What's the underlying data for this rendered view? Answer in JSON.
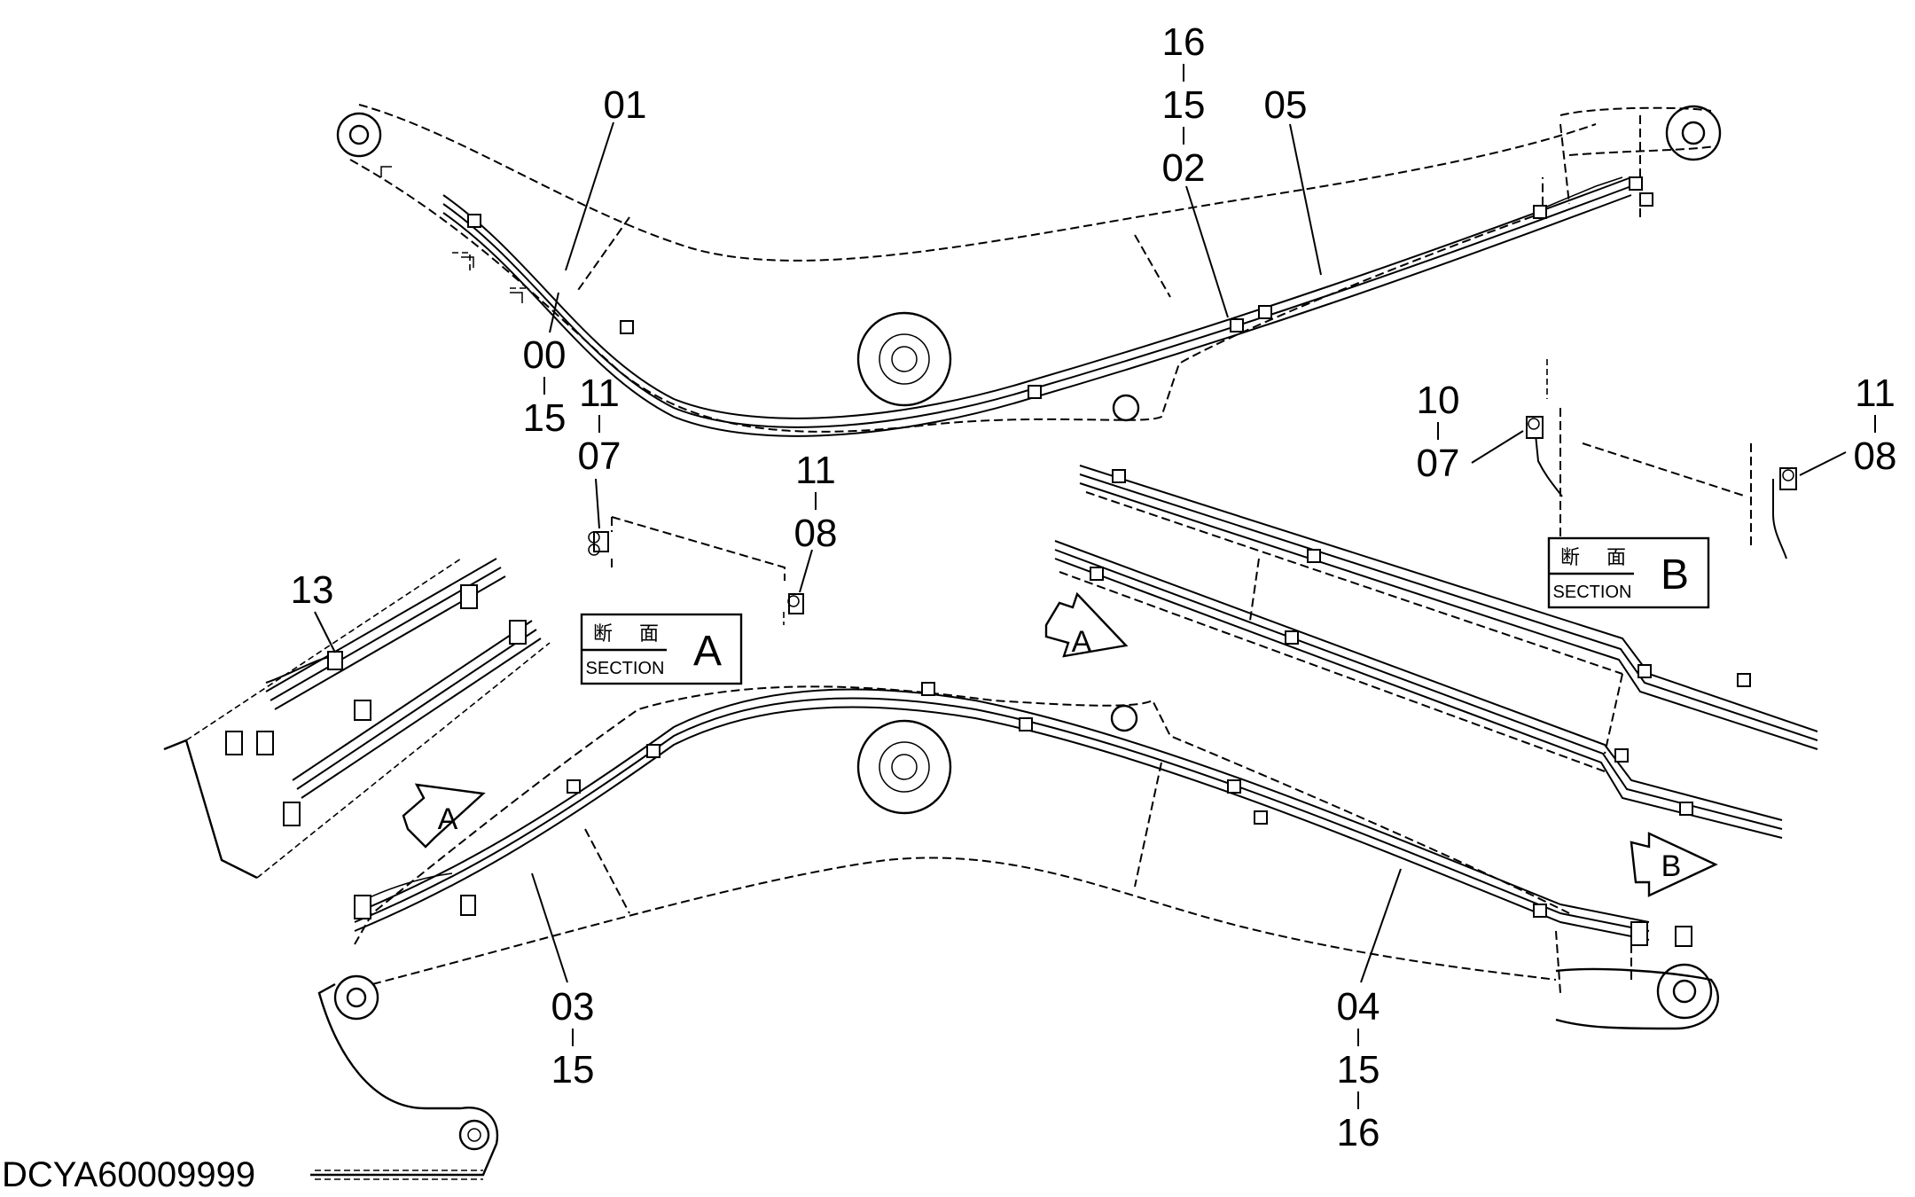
{
  "drawing_code": "DCYA60009999",
  "section_boxes": [
    {
      "id": "A",
      "jp_left": "断",
      "jp_right": "面",
      "word": "SECTION",
      "letter": "A"
    },
    {
      "id": "B",
      "jp_left": "断",
      "jp_right": "面",
      "word": "SECTION",
      "letter": "B"
    }
  ],
  "view_arrows": [
    "A",
    "A",
    "B"
  ],
  "callouts": {
    "c01": [
      "01"
    ],
    "c16_15_02": [
      "16",
      "15",
      "02"
    ],
    "c05": [
      "05"
    ],
    "c00_15": [
      "00",
      "15"
    ],
    "c11_07_a": [
      "11",
      "07"
    ],
    "c11_08_a": [
      "11",
      "08"
    ],
    "c10_07_b": [
      "10",
      "07"
    ],
    "c11_08_b": [
      "11",
      "08"
    ],
    "c13": [
      "13"
    ],
    "c03_15": [
      "03",
      "15"
    ],
    "c04_15_16": [
      "04",
      "15",
      "16"
    ]
  },
  "colors": {
    "line": "#000000",
    "background": "#ffffff"
  }
}
